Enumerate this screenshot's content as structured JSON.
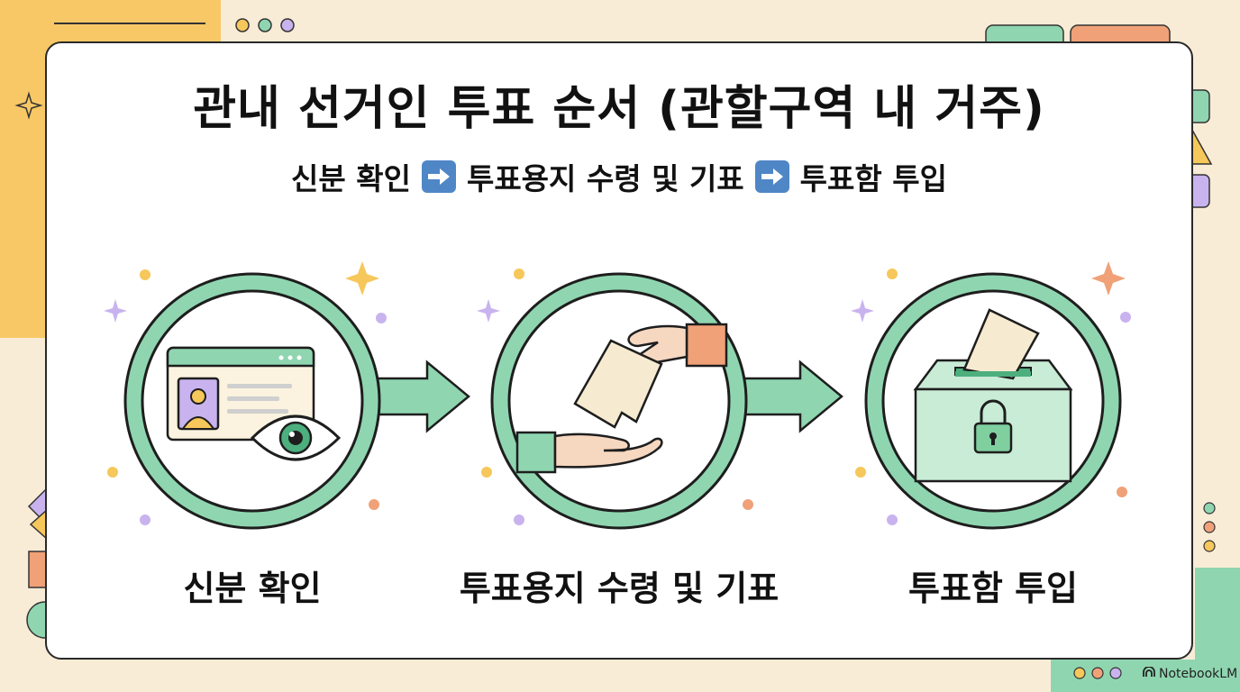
{
  "title": "관내 선거인 투표 순서 (관할구역 내 거주)",
  "subtitle": {
    "step1": "신분 확인",
    "step2": "투표용지 수령 및 기표",
    "step3": "투표함 투입"
  },
  "steps": [
    {
      "label": "신분 확인",
      "icon": "id-card-eye-icon"
    },
    {
      "label": "투표용지 수령 및 기표",
      "icon": "ballot-handover-icon"
    },
    {
      "label": "투표함 투입",
      "icon": "ballot-box-icon"
    }
  ],
  "brand": "NotebookLM",
  "colors": {
    "ring": "#8fd6b0",
    "ring_stroke": "#1e1e1e",
    "arrow": "#8fd6b0",
    "accent_blue": "#4f86c6",
    "yellow": "#f6c75a",
    "orange": "#f0a178",
    "purple": "#c9b3ee",
    "background": "#f8ecd6"
  }
}
